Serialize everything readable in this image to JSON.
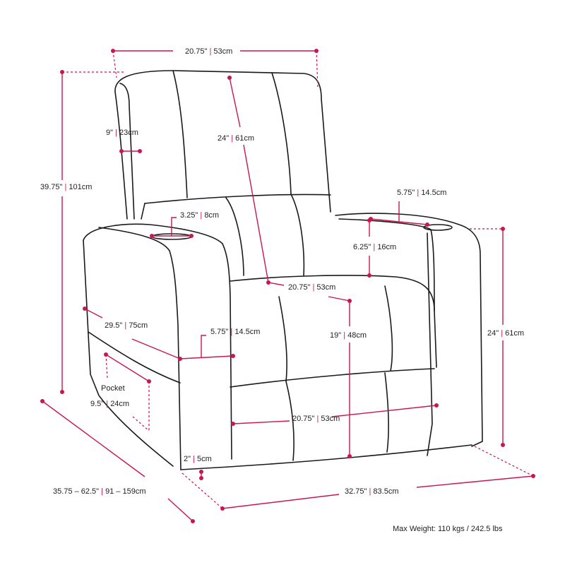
{
  "colors": {
    "accent": "#c8174d",
    "outline": "#1a1a1a"
  },
  "dimensions": {
    "top_width": {
      "in": "20.75\"",
      "cm": "53cm"
    },
    "overall_height": {
      "in": "39.75\"",
      "cm": "101cm"
    },
    "headrest_depth": {
      "in": "9\"",
      "cm": "23cm"
    },
    "back_height": {
      "in": "24\"",
      "cm": "61cm"
    },
    "cup_holder": {
      "in": "3.25\"",
      "cm": "8cm"
    },
    "arm_width": {
      "in": "5.75\"",
      "cm": "14.5cm"
    },
    "arm_height_above_seat": {
      "in": "6.25\"",
      "cm": "16cm"
    },
    "seat_depth": {
      "in": "20.75\"",
      "cm": "53cm"
    },
    "arm_depth": {
      "in": "29.5\"",
      "cm": "75cm"
    },
    "arm_front_width": {
      "in": "5.75\"",
      "cm": "14.5cm"
    },
    "seat_height": {
      "in": "19\"",
      "cm": "48cm"
    },
    "arm_height": {
      "in": "24\"",
      "cm": "61cm"
    },
    "pocket_label": "Pocket",
    "pocket": {
      "in": "9.5\"",
      "cm": "24cm"
    },
    "seat_width": {
      "in": "20.75\"",
      "cm": "53cm"
    },
    "ground_clearance": {
      "in": "2\"",
      "cm": "5cm"
    },
    "overall_depth": {
      "in": "35.75 – 62.5\"",
      "cm": "91 – 159cm"
    },
    "overall_width": {
      "in": "32.75\"",
      "cm": "83.5cm"
    }
  },
  "max_weight": "Max Weight: 110 kgs / 242.5 lbs"
}
